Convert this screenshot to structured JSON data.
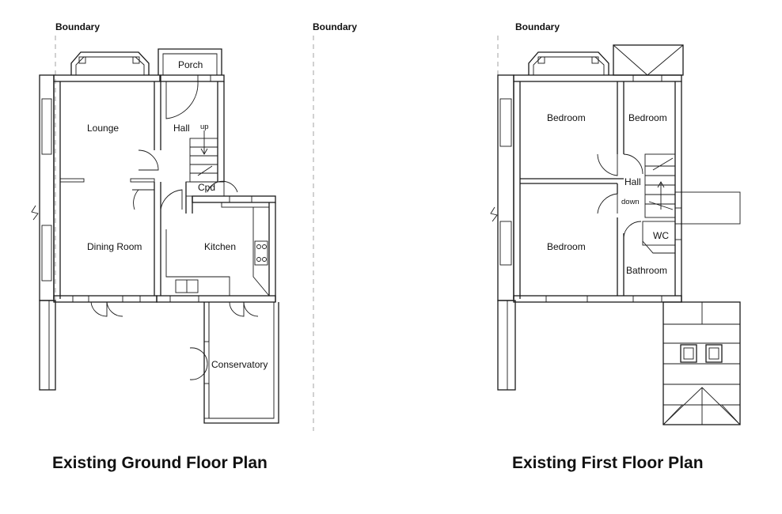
{
  "boundary_labels": [
    "Boundary",
    "Boundary",
    "Boundary"
  ],
  "ground_floor": {
    "title": "Existing Ground Floor Plan",
    "rooms": {
      "porch": "Porch",
      "lounge": "Lounge",
      "hall": "Hall",
      "up": "up",
      "cpd": "Cpd",
      "dining": "Dining Room",
      "kitchen": "Kitchen",
      "conservatory": "Conservatory"
    }
  },
  "first_floor": {
    "title": "Existing First Floor Plan",
    "rooms": {
      "bedroom_front_left": "Bedroom",
      "bedroom_front_right": "Bedroom",
      "hall": "Hall",
      "down": "down",
      "wc": "WC",
      "bedroom_rear": "Bedroom",
      "bathroom": "Bathroom"
    }
  },
  "colors": {
    "line": "#1a1a1a",
    "boundary_line": "#9a9a9a",
    "background": "#ffffff"
  }
}
